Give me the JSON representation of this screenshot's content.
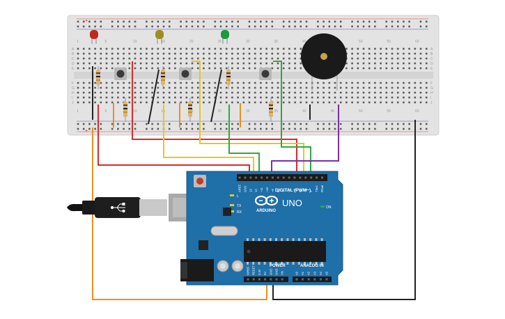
{
  "breadboard": {
    "row_letters_top": [
      "A",
      "B",
      "C",
      "D",
      "E"
    ],
    "row_letters_bottom": [
      "F",
      "G",
      "H",
      "I",
      "J"
    ],
    "column_numbers": [
      "1",
      "5",
      "10",
      "15",
      "20",
      "25",
      "30",
      "35",
      "40",
      "45",
      "50",
      "55",
      "60"
    ],
    "rail_plus": "+",
    "rail_minus": "−"
  },
  "components": {
    "leds": [
      {
        "name": "red-led",
        "color": "#c0281e"
      },
      {
        "name": "yellow-led",
        "color": "#a08c1e"
      },
      {
        "name": "green-led",
        "color": "#1e9a3c"
      }
    ],
    "buzzer_color": "#1a1a1a",
    "button_color": "#3a3a3a"
  },
  "arduino": {
    "brand_text": "ARDUINO",
    "model_text": "UNO",
    "digital_label": "DIGITAL (PWM~)",
    "power_label": "POWER",
    "analog_label": "ANALOG IN",
    "on_label": "ON",
    "led_labels": [
      "L",
      "TX",
      "RX"
    ],
    "digital_pins": [
      "AREF",
      "GND",
      "13",
      "12",
      "~11",
      "~10",
      "~9",
      "8",
      "7",
      "~6",
      "~5",
      "4",
      "~3",
      "2",
      "TX▸1",
      "RX◂0"
    ],
    "power_pins": [
      "IOREF",
      "RESET",
      "3.3V",
      "5V",
      "GND",
      "GND",
      "Vin"
    ],
    "analog_pins": [
      "A0",
      "A1",
      "A2",
      "A3",
      "A4",
      "A5"
    ],
    "board_color": "#1f6fa8"
  },
  "wires": {
    "red": "#d92b2b",
    "yellow": "#e8c81c",
    "green": "#2fa83c",
    "purple": "#7a2fa8",
    "orange": "#e8901c",
    "black": "#222222"
  }
}
